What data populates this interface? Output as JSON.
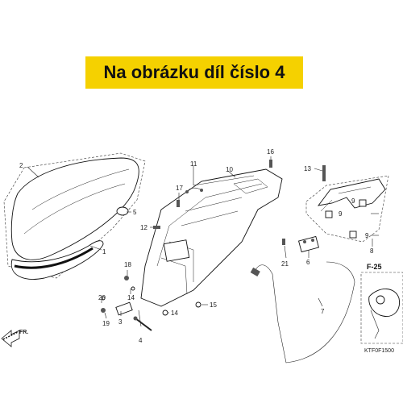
{
  "banner": {
    "text": "Na obrázku díl číslo 4",
    "color": "#f5d100"
  },
  "callouts": {
    "c1": "1",
    "c2": "2",
    "c3": "3",
    "c4": "4",
    "c5": "5",
    "c6": "6",
    "c7": "7",
    "c8": "8",
    "c9a": "9",
    "c9b": "9",
    "c9c": "9",
    "c10": "10",
    "c11": "11",
    "c12": "12",
    "c13": "13",
    "c14a": "14",
    "c14b": "14",
    "c15": "15",
    "c16": "16",
    "c17": "17",
    "c18": "18",
    "c19": "19",
    "c20": "20",
    "c21": "21"
  },
  "front_indicator": "FR.",
  "reference": "F-25",
  "drawing_code": "KTF0F1500",
  "icons": [
    "front-arrow-icon"
  ]
}
